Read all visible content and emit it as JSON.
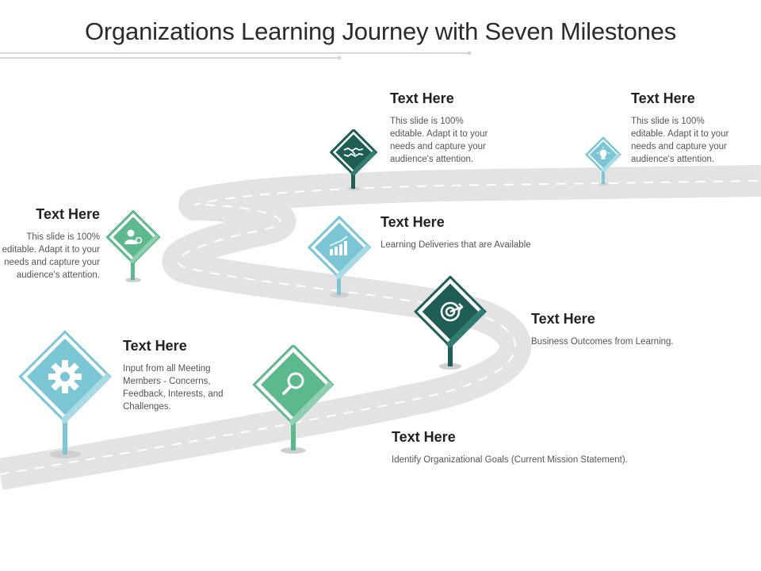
{
  "title": "Organizations Learning Journey with Seven Milestones",
  "colors": {
    "teal_dark": "#1e5e54",
    "green": "#5cb88d",
    "light_blue": "#7bc6d4",
    "road": "#dcdcdc",
    "road_dash": "#ffffff"
  },
  "milestones": [
    {
      "heading": "Text Here",
      "body": "Input from all Meeting Members - Concerns, Feedback, Interests, and Challenges.",
      "icon": "gear-icon",
      "color": "light_blue"
    },
    {
      "heading": "Text Here",
      "body": "Identify Organizational Goals (Current Mission Statement).",
      "icon": "search-icon",
      "color": "green"
    },
    {
      "heading": "Text Here",
      "body": "Business Outcomes from Learning.",
      "icon": "target-icon",
      "color": "teal_dark"
    },
    {
      "heading": "Text Here",
      "body": "Learning Deliveries that are Available",
      "icon": "bar-chart-icon",
      "color": "light_blue"
    },
    {
      "heading": "Text Here",
      "body": "This slide is 100% editable. Adapt it to your needs and capture your audience's attention.",
      "icon": "user-gear-icon",
      "color": "green"
    },
    {
      "heading": "Text Here",
      "body": "This slide is 100% editable. Adapt it to your needs and capture your audience's attention.",
      "icon": "handshake-icon",
      "color": "teal_dark"
    },
    {
      "heading": "Text Here",
      "body": "This slide is 100% editable. Adapt it to your needs and capture your audience's attention.",
      "icon": "lightbulb-icon",
      "color": "light_blue"
    }
  ]
}
